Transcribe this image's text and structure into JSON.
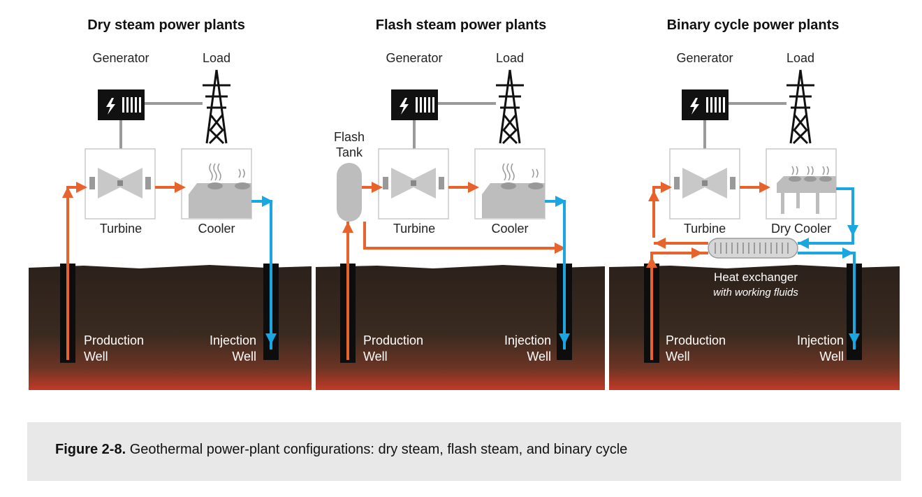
{
  "colors": {
    "hot": "#e8622c",
    "cold": "#1aa6e0",
    "ground_top": "#2b211b",
    "ground_bottom": "#c23a26",
    "wire": "#9a9a9a",
    "equipment_fill": "#bdbdbd",
    "box_border": "#c8c8c8",
    "caption_bg": "#e8e8e8"
  },
  "panels": [
    {
      "title": "Dry steam power plants",
      "generator_label": "Generator",
      "load_label": "Load",
      "turbine_label": "Turbine",
      "cooler_label": "Cooler",
      "production_label_1": "Production",
      "production_label_2": "Well",
      "injection_label_1": "Injection",
      "injection_label_2": "Well"
    },
    {
      "title": "Flash steam power plants",
      "generator_label": "Generator",
      "load_label": "Load",
      "flash_label_1": "Flash",
      "flash_label_2": "Tank",
      "turbine_label": "Turbine",
      "cooler_label": "Cooler",
      "production_label_1": "Production",
      "production_label_2": "Well",
      "injection_label_1": "Injection",
      "injection_label_2": "Well"
    },
    {
      "title": "Binary cycle power plants",
      "generator_label": "Generator",
      "load_label": "Load",
      "turbine_label": "Turbine",
      "cooler_label": "Dry Cooler",
      "hx_label": "Heat exchanger",
      "hx_sublabel": "with working fluids",
      "production_label_1": "Production",
      "production_label_2": "Well",
      "injection_label_1": "Injection",
      "injection_label_2": "Well"
    }
  ],
  "caption": {
    "label": "Figure 2-8.",
    "text": " Geothermal power-plant configurations: dry steam, flash steam, and binary cycle"
  }
}
